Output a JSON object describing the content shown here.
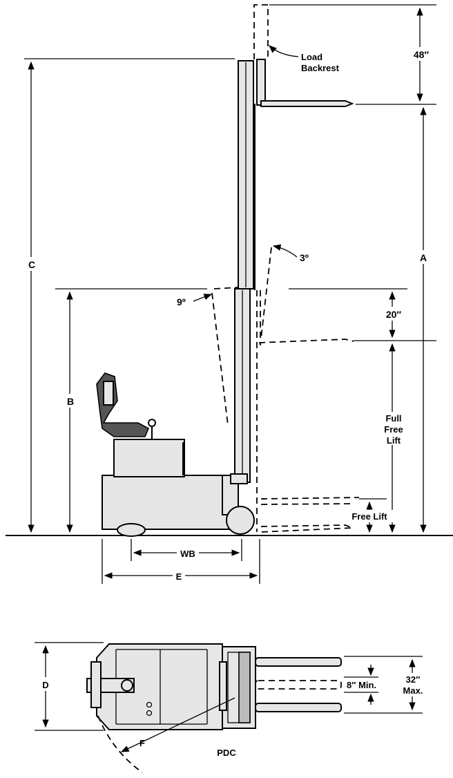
{
  "labels": {
    "load_backrest_1": "Load",
    "load_backrest_2": "Backrest",
    "dim_48": "48″",
    "dim_c": "C",
    "dim_a": "A",
    "dim_b": "B",
    "tilt_back": "3º",
    "tilt_forward": "9º",
    "dim_20": "20″",
    "full_free_lift_1": "Full",
    "full_free_lift_2": "Free",
    "full_free_lift_3": "Lift",
    "free_lift": "Free Lift",
    "dim_wb": "WB",
    "dim_e": "E",
    "dim_d": "D",
    "dim_f": "F",
    "fork_spacing": "8″ Min.",
    "fork_width_1": "32″",
    "fork_width_2": "Max.",
    "model": "PDC"
  }
}
